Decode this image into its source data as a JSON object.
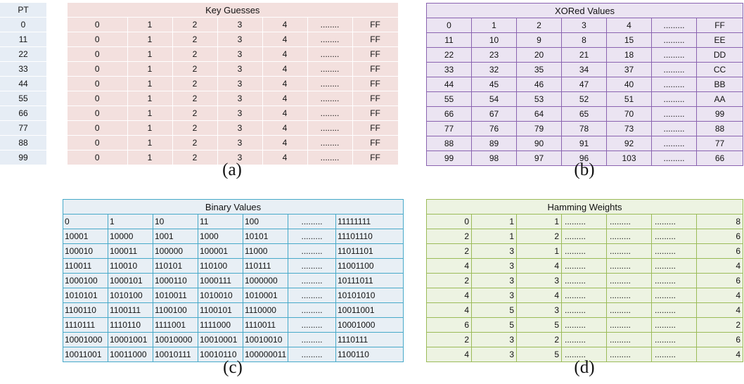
{
  "pt": {
    "header": "PT",
    "values": [
      "0",
      "11",
      "22",
      "33",
      "44",
      "55",
      "66",
      "77",
      "88",
      "99"
    ]
  },
  "key_guesses": {
    "title": "Key Guesses",
    "header": [
      "0",
      "1",
      "2",
      "3",
      "4",
      "........",
      "FF"
    ],
    "rows": [
      [
        "0",
        "1",
        "2",
        "3",
        "4",
        "........",
        "FF"
      ],
      [
        "0",
        "1",
        "2",
        "3",
        "4",
        "........",
        "FF"
      ],
      [
        "0",
        "1",
        "2",
        "3",
        "4",
        "........",
        "FF"
      ],
      [
        "0",
        "1",
        "2",
        "3",
        "4",
        "........",
        "FF"
      ],
      [
        "0",
        "1",
        "2",
        "3",
        "4",
        "........",
        "FF"
      ],
      [
        "0",
        "1",
        "2",
        "3",
        "4",
        "........",
        "FF"
      ],
      [
        "0",
        "1",
        "2",
        "3",
        "4",
        "........",
        "FF"
      ],
      [
        "0",
        "1",
        "2",
        "3",
        "4",
        "........",
        "FF"
      ],
      [
        "0",
        "1",
        "2",
        "3",
        "4",
        "........",
        "FF"
      ]
    ],
    "caption": "(a)"
  },
  "xored_values": {
    "title": "XORed Values",
    "header": [
      "0",
      "1",
      "2",
      "3",
      "4",
      ".........",
      "FF"
    ],
    "rows": [
      [
        "11",
        "10",
        "9",
        "8",
        "15",
        ".........",
        "EE"
      ],
      [
        "22",
        "23",
        "20",
        "21",
        "18",
        ".........",
        "DD"
      ],
      [
        "33",
        "32",
        "35",
        "34",
        "37",
        ".........",
        "CC"
      ],
      [
        "44",
        "45",
        "46",
        "47",
        "40",
        ".........",
        "BB"
      ],
      [
        "55",
        "54",
        "53",
        "52",
        "51",
        ".........",
        "AA"
      ],
      [
        "66",
        "67",
        "64",
        "65",
        "70",
        ".........",
        "99"
      ],
      [
        "77",
        "76",
        "79",
        "78",
        "73",
        ".........",
        "88"
      ],
      [
        "88",
        "89",
        "90",
        "91",
        "92",
        ".........",
        "77"
      ],
      [
        "99",
        "98",
        "97",
        "96",
        "103",
        ".........",
        "66"
      ]
    ],
    "caption": "(b)"
  },
  "binary_values": {
    "title": "Binary Values",
    "rows": [
      [
        "0",
        "1",
        "10",
        "11",
        "100",
        ".........",
        "11111111"
      ],
      [
        "10001",
        "10000",
        "1001",
        "1000",
        "10101",
        ".........",
        "11101110"
      ],
      [
        "100010",
        "100011",
        "100000",
        "100001",
        "11000",
        ".........",
        "11011101"
      ],
      [
        "110011",
        "110010",
        "110101",
        "110100",
        "110111",
        ".........",
        "11001100"
      ],
      [
        "1000100",
        "1000101",
        "1000110",
        "1000111",
        "1000000",
        ".........",
        "10111011"
      ],
      [
        "1010101",
        "1010100",
        "1010011",
        "1010010",
        "1010001",
        ".........",
        "10101010"
      ],
      [
        "1100110",
        "1100111",
        "1100100",
        "1100101",
        "1110000",
        ".........",
        "10011001"
      ],
      [
        "1110111",
        "1110110",
        "1111001",
        "1111000",
        "1110011",
        ".........",
        "10001000"
      ],
      [
        "10001000",
        "10001001",
        "10010000",
        "10010001",
        "10010010",
        ".........",
        "1110111"
      ],
      [
        "10011001",
        "10011000",
        "10010111",
        "10010110",
        "100000011",
        ".........",
        "1100110"
      ]
    ],
    "caption": "(c)"
  },
  "hamming_weights": {
    "title": "Hamming Weights",
    "rows": [
      [
        "0",
        "1",
        "1",
        ".........",
        ".........",
        ".........",
        "8"
      ],
      [
        "2",
        "1",
        "2",
        ".........",
        ".........",
        ".........",
        "6"
      ],
      [
        "2",
        "3",
        "1",
        ".........",
        ".........",
        ".........",
        "6"
      ],
      [
        "4",
        "3",
        "4",
        ".........",
        ".........",
        ".........",
        "4"
      ],
      [
        "2",
        "3",
        "3",
        ".........",
        ".........",
        ".........",
        "6"
      ],
      [
        "4",
        "3",
        "4",
        ".........",
        ".........",
        ".........",
        "4"
      ],
      [
        "4",
        "5",
        "3",
        ".........",
        ".........",
        ".........",
        "4"
      ],
      [
        "6",
        "5",
        "5",
        ".........",
        ".........",
        ".........",
        "2"
      ],
      [
        "2",
        "3",
        "2",
        ".........",
        ".........",
        ".........",
        "6"
      ],
      [
        "4",
        "3",
        "5",
        ".........",
        ".........",
        ".........",
        "4"
      ]
    ],
    "caption": "(d)"
  }
}
